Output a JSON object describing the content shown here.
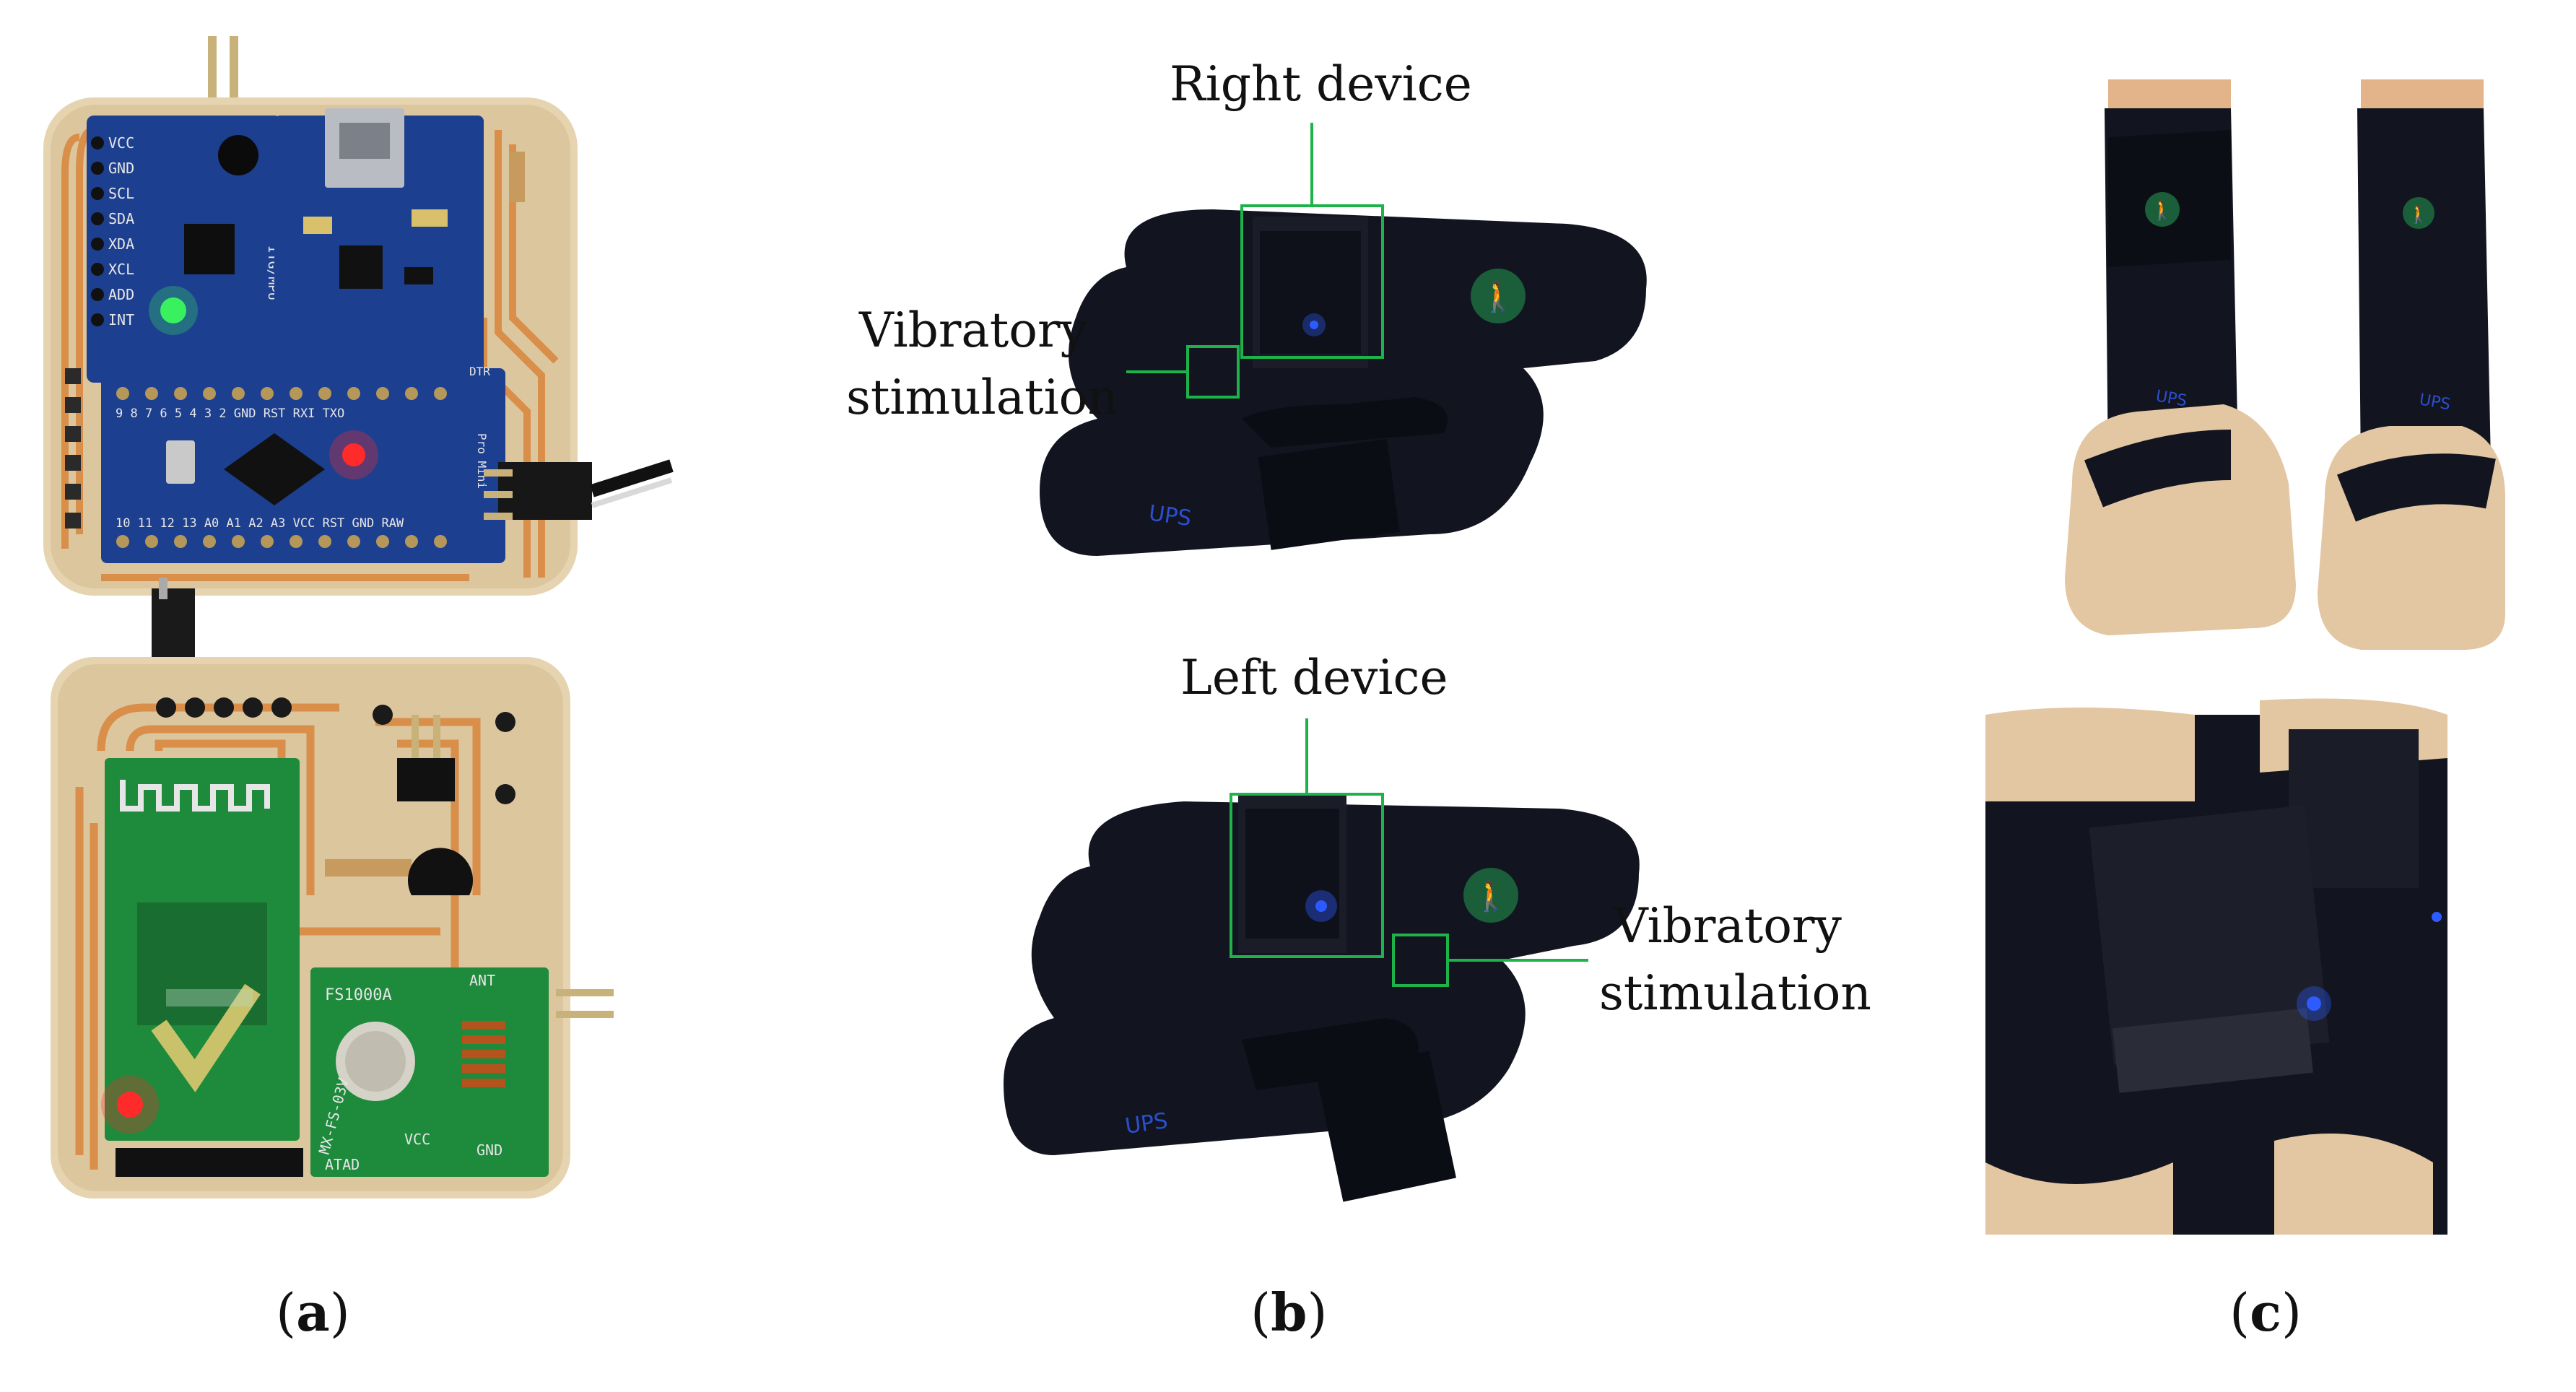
{
  "panels": [
    {
      "caption_open": "(",
      "caption_letter": "a",
      "caption_close": ")"
    },
    {
      "caption_open": "(",
      "caption_letter": "b",
      "caption_close": ")"
    },
    {
      "caption_open": "(",
      "caption_letter": "c",
      "caption_close": ")"
    }
  ],
  "panel_b": {
    "right_device_label": "Right device",
    "left_device_label": "Left device",
    "vibratory_label_line1": "Vibratory",
    "vibratory_label_line2": "stimulation"
  },
  "pcb_top": {
    "pins_left": [
      "VCC",
      "GND",
      "SCL",
      "SDA",
      "XDA",
      "XCL",
      "ADD",
      "INT"
    ],
    "module_label": "ITG/MPU",
    "arduino_top_pins": "9 8 7 6 5 4 3 2 GND RST RXI TXO",
    "arduino_bottom_pins": "10 11 12 13 A0 A1 A2 A3 VCC RST GND RAW",
    "arduino_brand": "Pro Mini",
    "dtr": "DTR"
  },
  "pcb_bottom": {
    "rf_module": "FS1000A",
    "rf_module_sub": "MX-FS-03V",
    "ant": "ANT",
    "vcc": "VCC",
    "gnd": "GND",
    "atad": "ATAD"
  },
  "band_text": "UPS",
  "colors": {
    "board": "#e6d4b0",
    "trace": "#d98e4a",
    "blue_pcb": "#1d3f8f",
    "green_pcb": "#1e8a3c",
    "fabric": "#121520",
    "annot_green": "#1db34a",
    "skin": "#e9c9a4",
    "sock": "#e3c6a2",
    "led_blue": "#2d5bff",
    "led_red": "#ff2a2a",
    "led_green": "#3cff5a"
  }
}
